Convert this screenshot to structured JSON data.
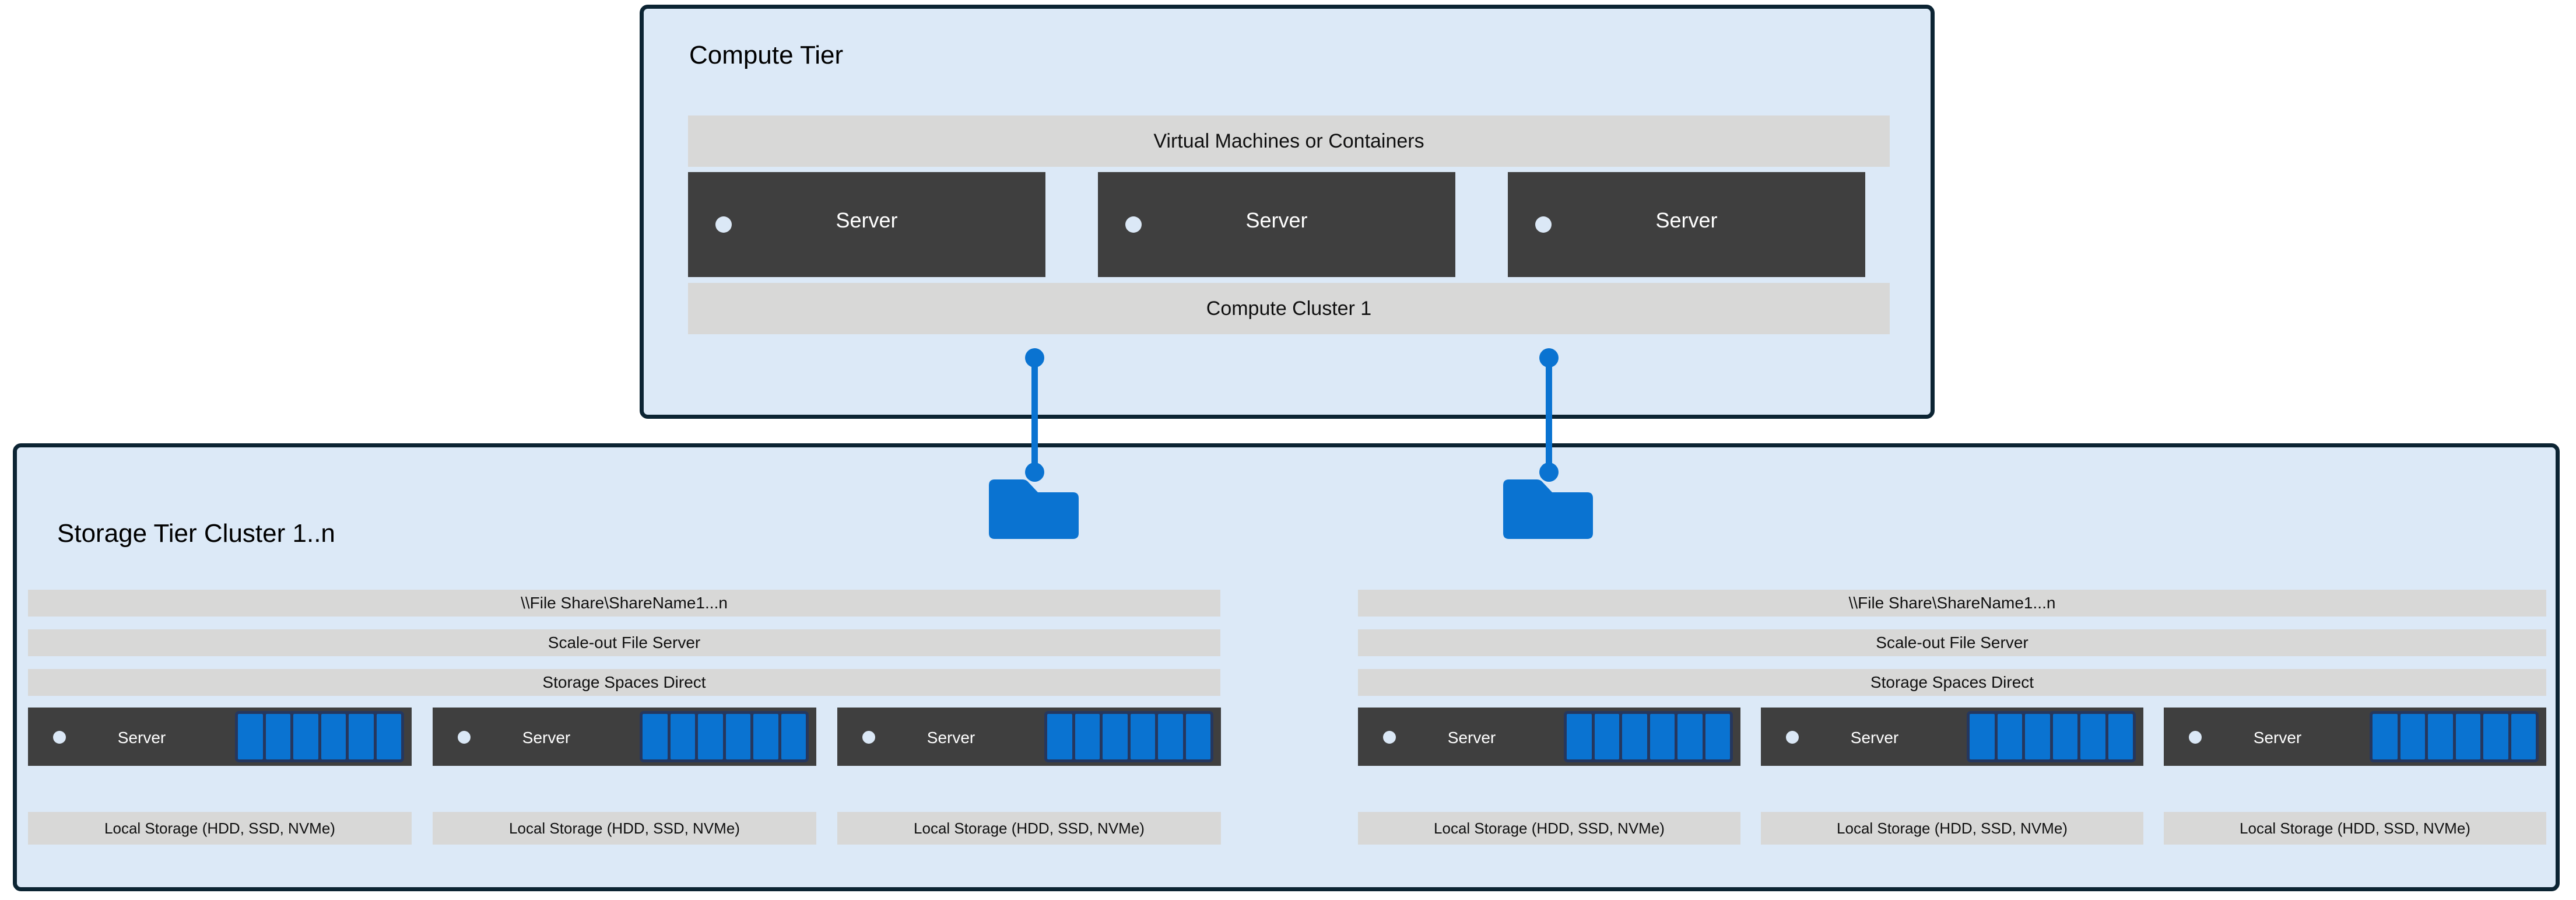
{
  "colors": {
    "panel_border": "#0c2433",
    "panel_fill": "#dce9f7",
    "band_fill": "#d8d8d7",
    "server_fill": "#3f3f3f",
    "accent_blue": "#0a73d1",
    "disk_frame": "#25375e",
    "server_dot": "#dbe8f6",
    "server_text": "#ffffff"
  },
  "compute_tier": {
    "title": "Compute Tier",
    "vm_band": "Virtual Machines or Containers",
    "cluster_band": "Compute Cluster 1",
    "servers": [
      {
        "label": "Server"
      },
      {
        "label": "Server"
      },
      {
        "label": "Server"
      }
    ]
  },
  "connectors": [
    {
      "name": "compute-to-storage-link-1"
    },
    {
      "name": "compute-to-storage-link-2"
    }
  ],
  "folders": [
    {
      "name": "file-share-folder-1"
    },
    {
      "name": "file-share-folder-2"
    }
  ],
  "storage_tier": {
    "title": "Storage Tier Cluster 1..n",
    "clusters": [
      {
        "bands": [
          "\\\\File Share\\ShareName1...n",
          "Scale-out File Server",
          "Storage Spaces Direct"
        ],
        "servers": [
          {
            "label": "Server",
            "storage_label": "Local Storage (HDD, SSD, NVMe)",
            "disk_count": 6
          },
          {
            "label": "Server",
            "storage_label": "Local Storage (HDD, SSD, NVMe)",
            "disk_count": 6
          },
          {
            "label": "Server",
            "storage_label": "Local Storage (HDD, SSD, NVMe)",
            "disk_count": 6
          }
        ]
      },
      {
        "bands": [
          "\\\\File Share\\ShareName1...n",
          "Scale-out File Server",
          "Storage Spaces Direct"
        ],
        "servers": [
          {
            "label": "Server",
            "storage_label": "Local Storage (HDD, SSD, NVMe)",
            "disk_count": 6
          },
          {
            "label": "Server",
            "storage_label": "Local Storage (HDD, SSD, NVMe)",
            "disk_count": 6
          },
          {
            "label": "Server",
            "storage_label": "Local Storage (HDD, SSD, NVMe)",
            "disk_count": 6
          }
        ]
      }
    ]
  }
}
